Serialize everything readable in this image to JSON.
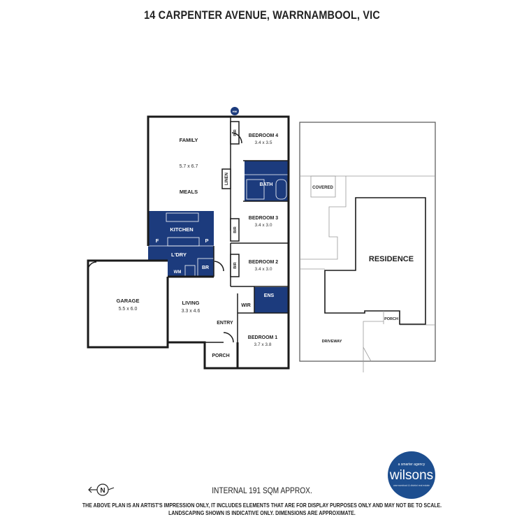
{
  "header": {
    "title": "14 CARPENTER AVENUE, WARRNAMBOOL, VIC"
  },
  "colors": {
    "wet_area_fill": "#1c3b7d",
    "wall": "#1a1a1a",
    "logo_bg": "#1d4e8f"
  },
  "floor_plan": {
    "hw_badge": "HW",
    "rooms": {
      "family": {
        "label": "FAMILY",
        "dims": "5.7 x 6.7"
      },
      "meals": {
        "label": "MEALS"
      },
      "kitchen": {
        "label": "KITCHEN",
        "fridge": "F",
        "pantry": "P"
      },
      "laundry": {
        "label": "L'DRY",
        "wm": "WM",
        "br": "BR"
      },
      "garage": {
        "label": "GARAGE",
        "dims": "5.5 x 6.0"
      },
      "living": {
        "label": "LIVING",
        "dims": "3.3 x 4.6"
      },
      "entry": {
        "label": "ENTRY"
      },
      "porch": {
        "label": "PORCH"
      },
      "bedroom4": {
        "label": "BEDROOM 4",
        "dims": "3.4 x 3.5"
      },
      "bath": {
        "label": "BATH"
      },
      "linen": {
        "label": "LINEN"
      },
      "bedroom3": {
        "label": "BEDROOM 3",
        "dims": "3.4 x 3.0"
      },
      "bedroom2": {
        "label": "BEDROOM 2",
        "dims": "3.4 x 3.0"
      },
      "ens": {
        "label": "ENS"
      },
      "wir": {
        "label": "WIR"
      },
      "bedroom1": {
        "label": "BEDROOM 1",
        "dims": "3.7 x 3.8"
      },
      "bir": "BIR"
    }
  },
  "site_plan": {
    "covered": "COVERED",
    "residence": "RESIDENCE",
    "porch": "PORCH",
    "driveway": "DRIVEWAY"
  },
  "footer": {
    "compass": "N",
    "area": "INTERNAL 191 SQM APPROX.",
    "disclaimer_line1": "THE ABOVE PLAN IS AN ARTIST'S IMPRESSION ONLY, IT INCLUDES ELEMENTS THAT ARE FOR DISPLAY PURPOSES ONLY AND MAY NOT BE TO SCALE.",
    "disclaimer_line2": "LANDSCAPING SHOWN IS INDICATIVE ONLY. DIMENSIONS ARE APPROXIMATE.",
    "logo": {
      "tagline": "a smarter agency",
      "name": "wilsons",
      "sub": "warrnambool & district real estate"
    }
  }
}
